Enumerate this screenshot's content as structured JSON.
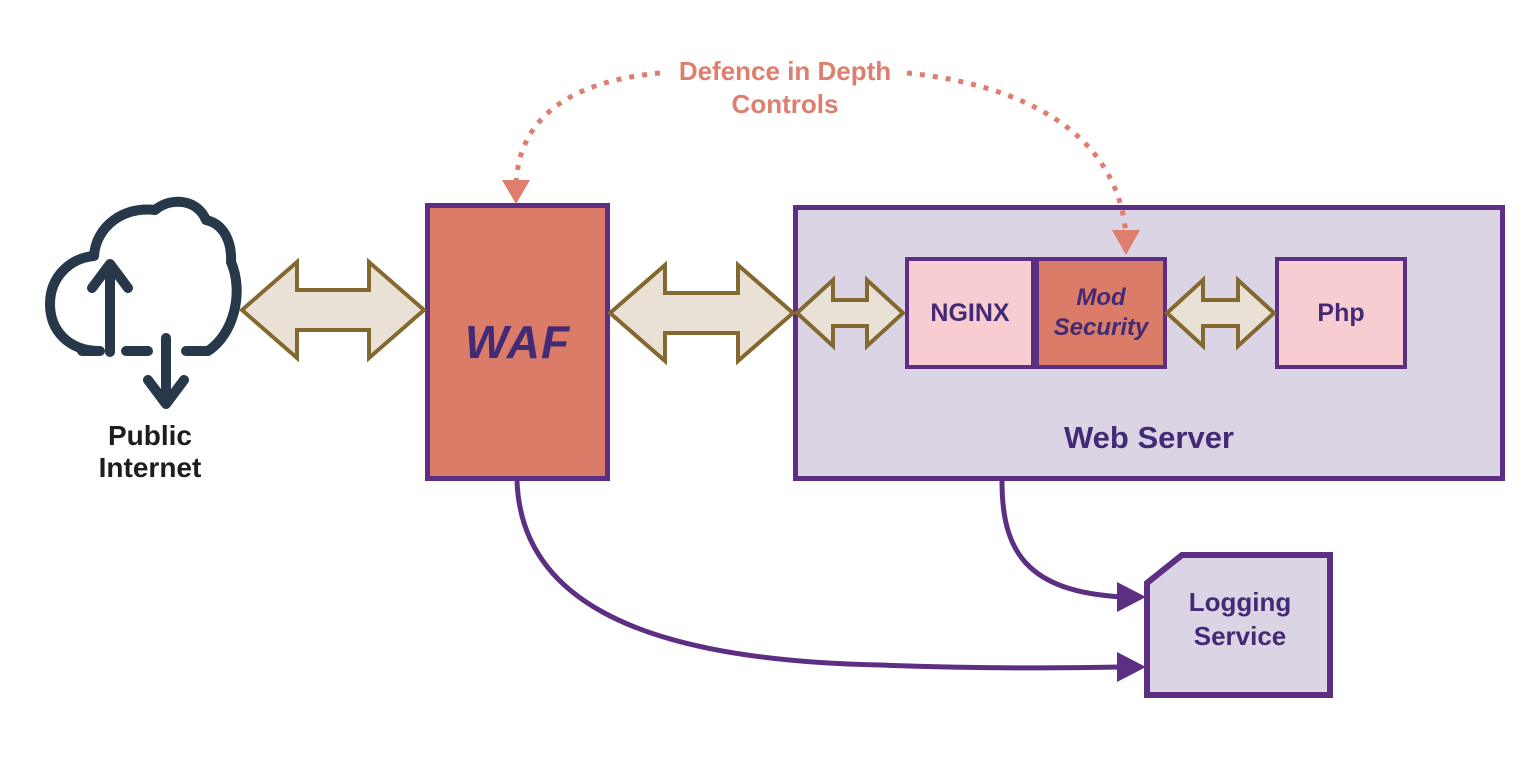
{
  "diagram": {
    "annotation": {
      "label": "Defence in Depth Controls"
    },
    "nodes": {
      "public_internet": {
        "label": "Public Internet"
      },
      "waf": {
        "label": "WAF"
      },
      "web_server": {
        "label": "Web Server"
      },
      "nginx": {
        "label": "NGINX"
      },
      "mod_security": {
        "label": "Mod Security"
      },
      "php": {
        "label": "Php"
      },
      "logging_service": {
        "label": "Logging Service"
      }
    },
    "icons": {
      "cloud": "cloud-updown-arrows-icon",
      "flow_arrows": "bidirectional-arrow-icon"
    },
    "colors": {
      "salmon_fill": "#db7c68",
      "annotation_salmon": "#dd7e6f",
      "purple_border": "#5d2f82",
      "dark_purple_text": "#432a74",
      "lavender_fill": "#dbd4e4",
      "pink_fill": "#f7cdd1",
      "arrow_fill": "#e9e1d5",
      "arrow_stroke": "#83682f",
      "cloud_navy": "#263849",
      "label_black": "#1d1d1d"
    }
  }
}
